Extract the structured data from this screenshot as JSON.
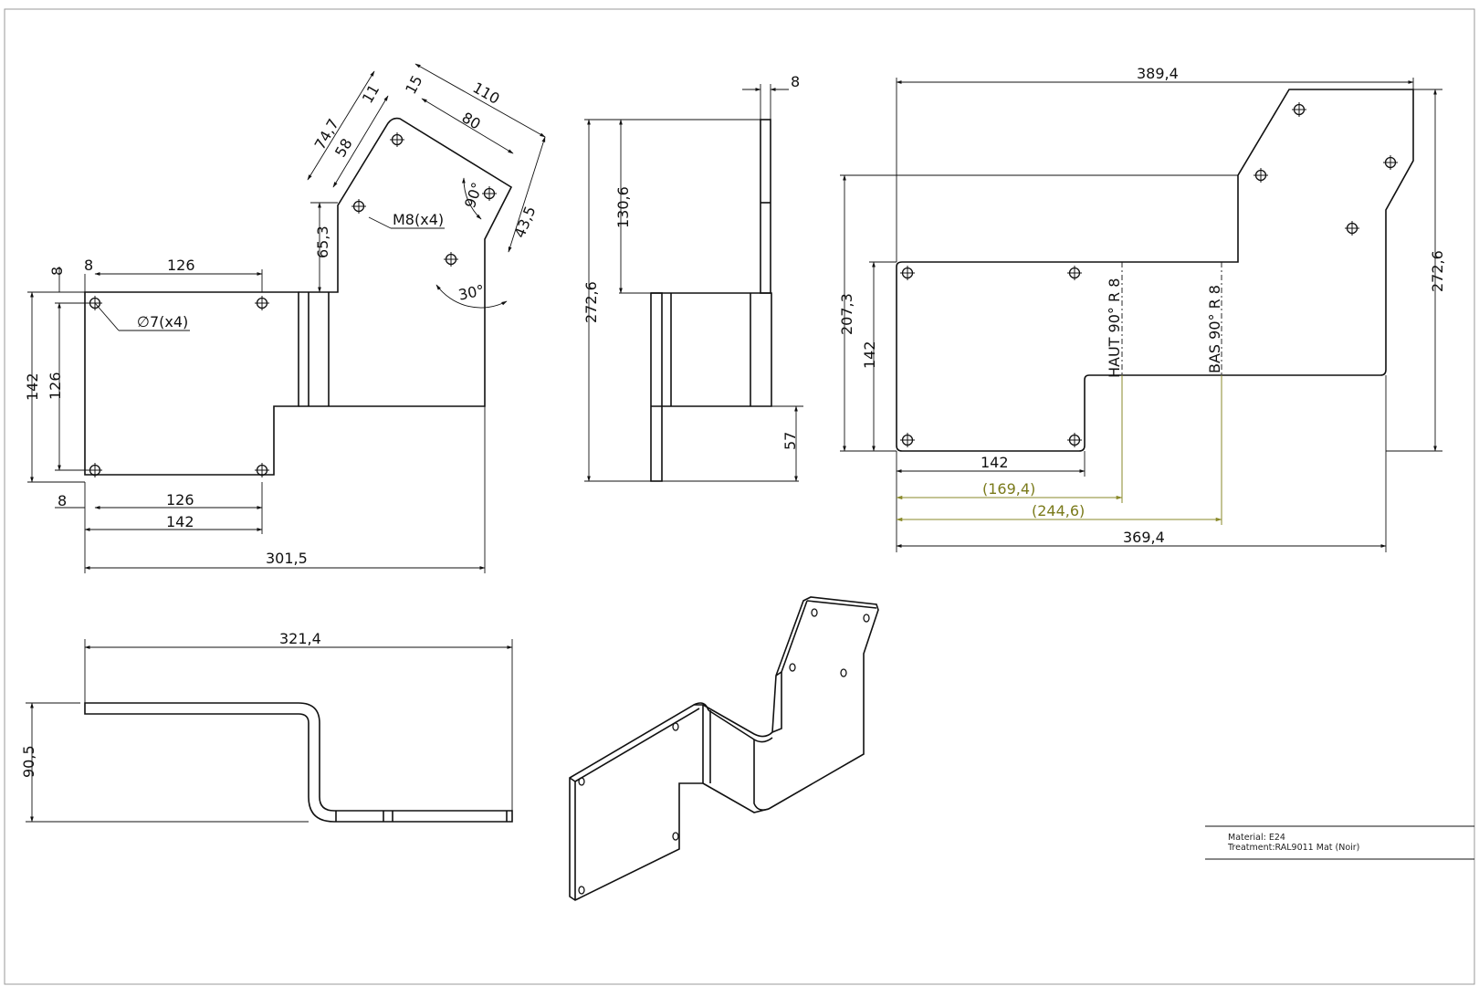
{
  "drawing": {
    "front_view": {
      "dims": [
        "8",
        "126",
        "8",
        "142",
        "126",
        "8",
        "126",
        "142",
        "301,5",
        "65,3",
        "74,7",
        "58",
        "11",
        "15",
        "110",
        "80",
        "43,5",
        "90°",
        "30°"
      ],
      "hole_note": "∅7(x4)",
      "thread_note": "M8(x4)"
    },
    "side_view": {
      "dims": [
        "8",
        "130,6",
        "272,6",
        "57"
      ]
    },
    "flat_pattern": {
      "dims": [
        "389,4",
        "272,6",
        "207,3",
        "142",
        "142",
        "369,4"
      ],
      "ref_dims": [
        "(169,4)",
        "(244,6)"
      ],
      "bend_up": "HAUT 90° R 8",
      "bend_down": "BAS 90° R 8"
    },
    "top_view": {
      "dims": [
        "321,4",
        "90,5"
      ]
    },
    "title_block": {
      "material": "Material: E24",
      "treatment": "Treatment:RAL9011 Mat (Noir)"
    }
  }
}
